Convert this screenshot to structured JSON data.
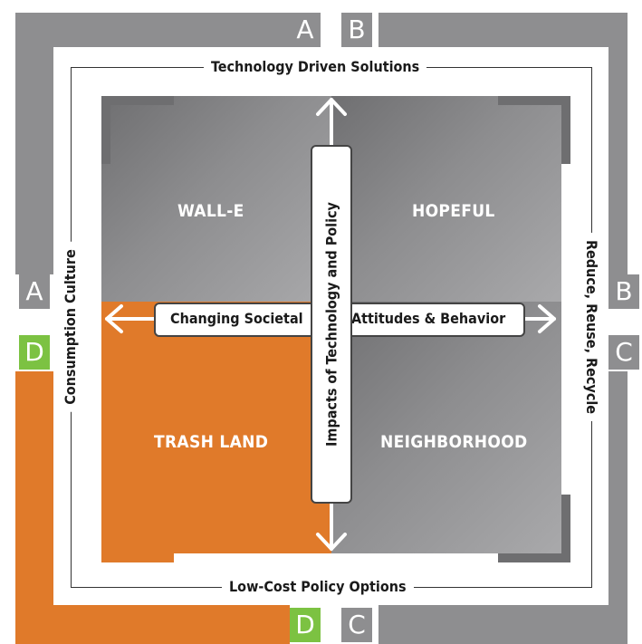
{
  "letters": {
    "top_a": "A",
    "top_b": "B",
    "left_a": "A",
    "left_d": "D",
    "right_b": "B",
    "right_c": "C",
    "bottom_d": "D",
    "bottom_c": "C"
  },
  "axes": {
    "top": "Technology Driven Solutions",
    "bottom": "Low-Cost Policy Options",
    "left": "Consumption Culture",
    "right": "Reduce, Reuse, Recycle"
  },
  "center": {
    "horizontal_left": "Changing Societal",
    "horizontal_right": "Attitudes & Behavior",
    "vertical": "Impacts of Technology and Policy"
  },
  "quadrants": {
    "top_left": "WALL-E",
    "top_right": "HOPEFUL",
    "bottom_left": "TRASH LAND",
    "bottom_right": "NEIGHBORHOOD"
  },
  "colors": {
    "gray_band": "#8e8e90",
    "orange": "#e07a2a",
    "green": "#7cc242",
    "quadrant_gray": "#8d8d8f"
  }
}
